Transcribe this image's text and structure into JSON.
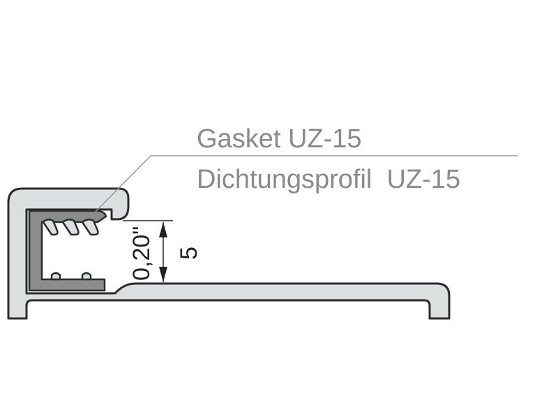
{
  "labels": {
    "line1": "Gasket UZ-15",
    "line2": "Dichtungsprofil  UZ-15"
  },
  "dimensions": {
    "inches": "0,20\"",
    "mm": "5"
  },
  "colors": {
    "profile_fill": "#dcdfdf",
    "profile_stroke": "#2b2b2b",
    "gasket_fill": "#8c8c8c",
    "leader_line": "#9a9a9a",
    "label_text": "#8a8a8a"
  }
}
